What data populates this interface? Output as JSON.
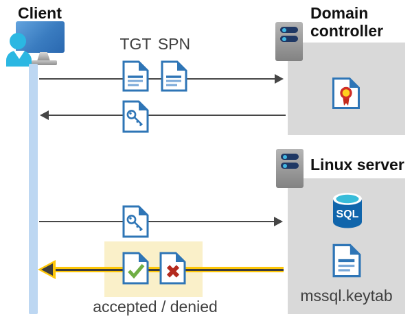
{
  "client": {
    "label": "Client"
  },
  "tickets": {
    "tgt": "TGT",
    "spn": "SPN"
  },
  "domain_controller": {
    "label": "Domain controller"
  },
  "linux_server": {
    "label": "Linux server",
    "sql_badge": "SQL",
    "keytab": "mssql.keytab"
  },
  "result": {
    "label": "accepted / denied"
  },
  "icons": {
    "client": "person-at-computer-icon",
    "timeline": "client-lifeline-bar",
    "servers": "server-tower-icon",
    "ticket": "document-icon",
    "session_key": "key-document-icon",
    "certificate": "certificate-document-icon",
    "database": "sql-database-icon",
    "accepted": "check-document-icon",
    "denied": "x-document-icon"
  },
  "colors": {
    "document_blue": "#2e75b6",
    "client_cyan": "#2bb7e2",
    "monitor_blue": "#3a7cc0",
    "timeline_blue": "#bdd7f2",
    "panel_gray": "#d9d9d9",
    "server_navy": "#1f3864",
    "arrow_gray": "#464646",
    "highlight_yellow_bg": "#faf0c9",
    "arrow_yellow": "#fdc608",
    "accepted_green": "#6fae44",
    "denied_red": "#b42a1e",
    "sql_blue": "#1065ab",
    "sql_cyan": "#38bcd9",
    "certificate_gold": "#ffd21e",
    "certificate_red": "#c42b1c",
    "label_gray": "#404040"
  }
}
